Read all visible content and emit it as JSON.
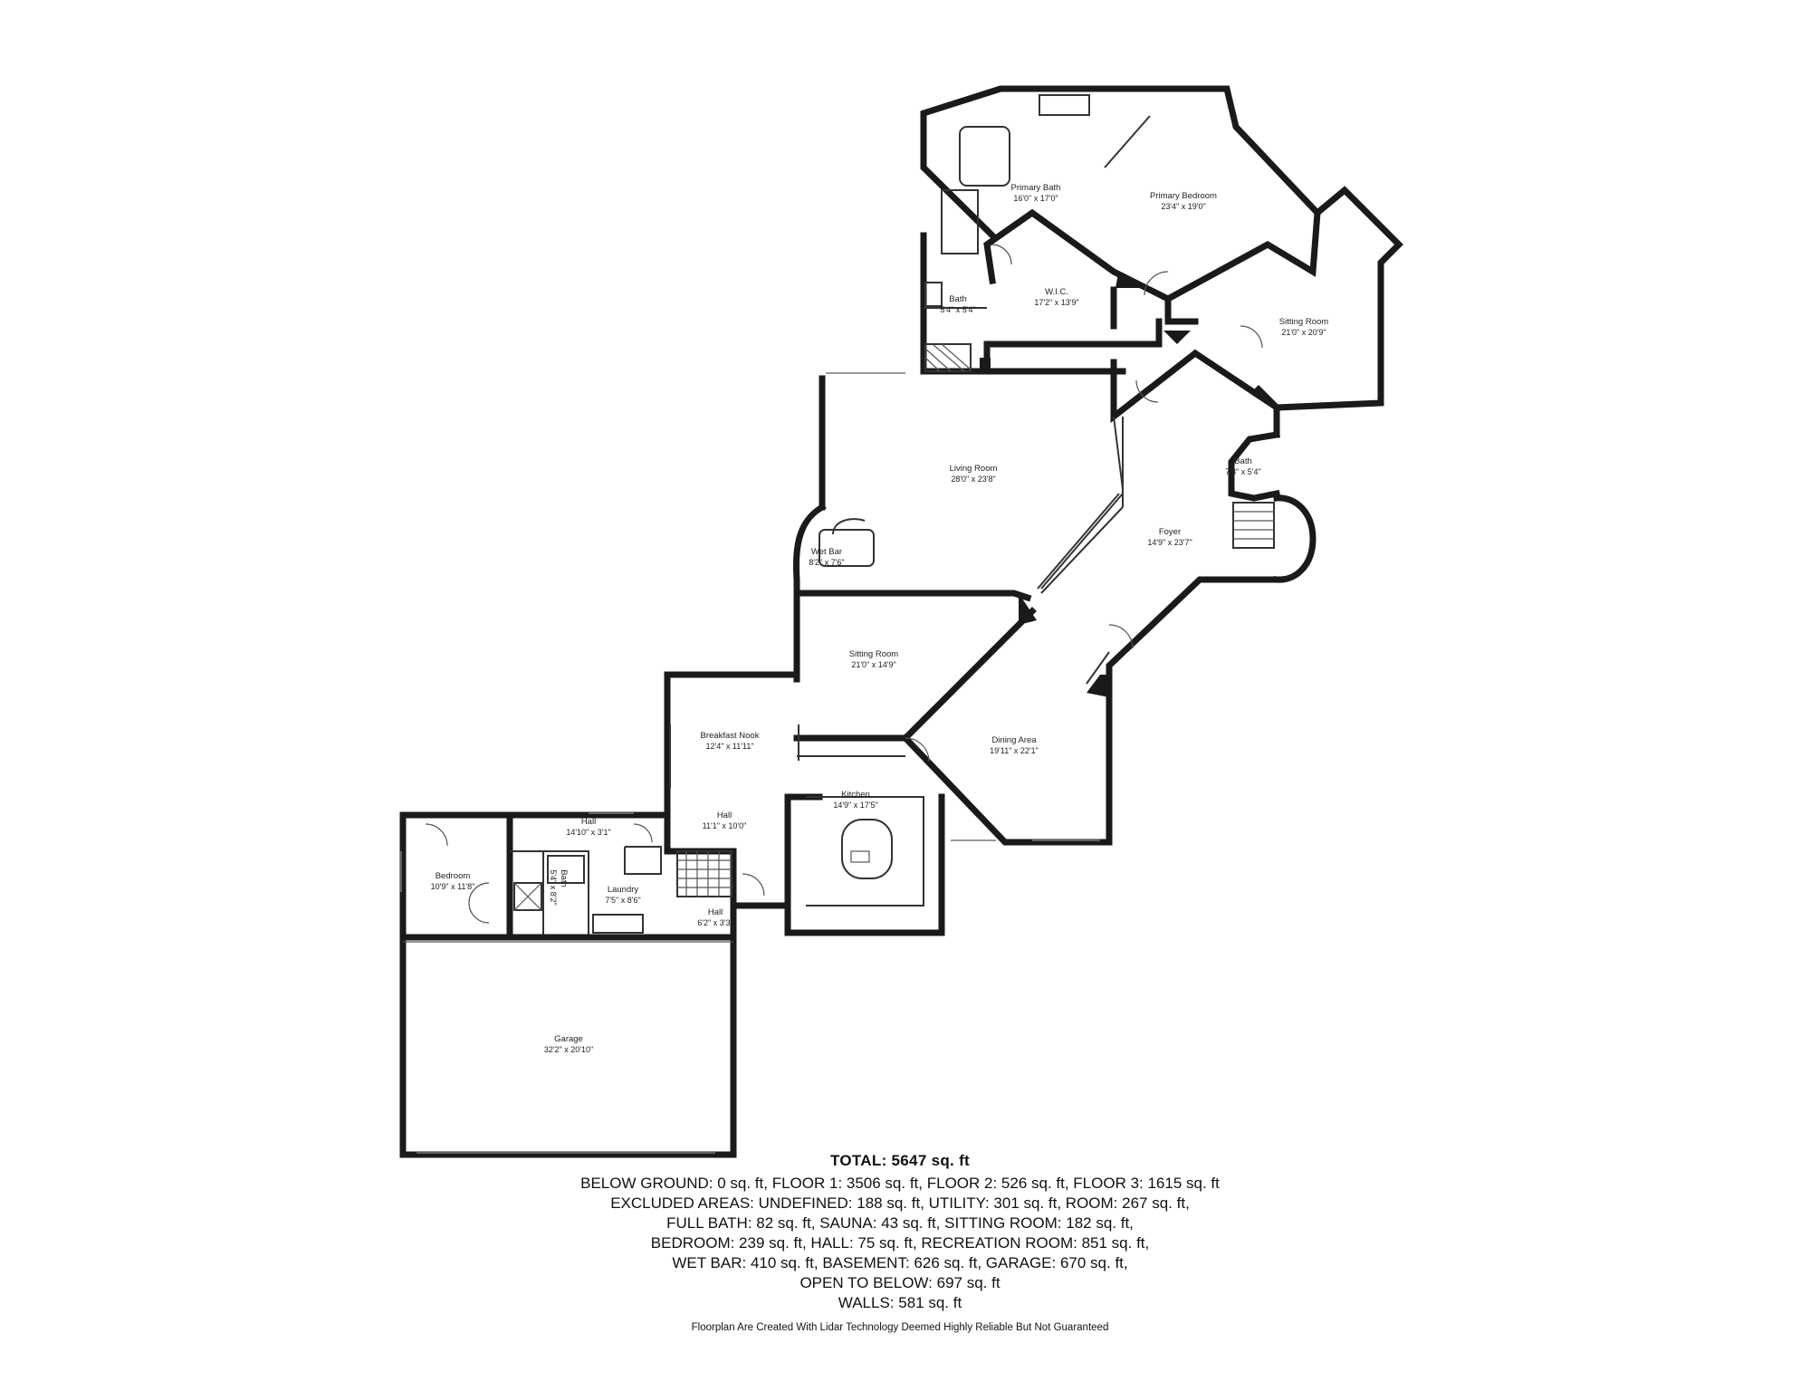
{
  "rooms": [
    {
      "id": "primary-bath",
      "name": "Primary Bath",
      "dim": "16'0\" x 17'0\""
    },
    {
      "id": "primary-bedroom",
      "name": "Primary Bedroom",
      "dim": "23'4\" x 19'0\""
    },
    {
      "id": "wic",
      "name": "W.I.C.",
      "dim": "17'2\" x 13'9\""
    },
    {
      "id": "bath-upper",
      "name": "Bath",
      "dim": "5'4\" x 5'4\""
    },
    {
      "id": "sitting-room-upper",
      "name": "Sitting Room",
      "dim": "21'0\" x 20'9\""
    },
    {
      "id": "living-room",
      "name": "Living Room",
      "dim": "28'0\" x 23'8\""
    },
    {
      "id": "bath-foyer",
      "name": "Bath",
      "dim": "7'3\" x 5'4\""
    },
    {
      "id": "foyer",
      "name": "Foyer",
      "dim": "14'9\" x 23'7\""
    },
    {
      "id": "wet-bar",
      "name": "Wet Bar",
      "dim": "8'2\" x 7'6\""
    },
    {
      "id": "sitting-room-mid",
      "name": "Sitting Room",
      "dim": "21'0\" x 14'9\""
    },
    {
      "id": "breakfast-nook",
      "name": "Breakfast Nook",
      "dim": "12'4\" x 11'11\""
    },
    {
      "id": "dining-area",
      "name": "Dining Area",
      "dim": "19'11\" x 22'1\""
    },
    {
      "id": "kitchen",
      "name": "Kitchen",
      "dim": "14'9\" x 17'5\""
    },
    {
      "id": "hall-a",
      "name": "Hall",
      "dim": "14'10\" x 3'1\""
    },
    {
      "id": "hall-b",
      "name": "Hall",
      "dim": "11'1\" x 10'0\""
    },
    {
      "id": "bedroom",
      "name": "Bedroom",
      "dim": "10'9\" x 11'8\""
    },
    {
      "id": "bath-lower",
      "name": "Bath",
      "dim": "5'4\" x 8'2\""
    },
    {
      "id": "laundry",
      "name": "Laundry",
      "dim": "7'5\" x 8'6\""
    },
    {
      "id": "hall-c",
      "name": "Hall",
      "dim": "6'2\" x 3'3\""
    },
    {
      "id": "garage",
      "name": "Garage",
      "dim": "32'2\" x 20'10\""
    }
  ],
  "summary": {
    "total": "TOTAL: 5647 sq. ft",
    "lines": [
      "BELOW GROUND: 0 sq. ft, FLOOR 1: 3506 sq. ft, FLOOR 2: 526 sq. ft, FLOOR 3: 1615 sq. ft",
      "EXCLUDED AREAS: UNDEFINED: 188 sq. ft, UTILITY: 301 sq. ft, ROOM: 267 sq. ft,",
      "FULL BATH: 82 sq. ft, SAUNA: 43 sq. ft, SITTING ROOM: 182 sq. ft,",
      "BEDROOM: 239 sq. ft, HALL: 75 sq. ft, RECREATION ROOM: 851 sq. ft,",
      "WET BAR: 410 sq. ft, BASEMENT: 626 sq. ft, GARAGE: 670 sq. ft,",
      "OPEN TO BELOW: 697 sq. ft",
      "WALLS: 581 sq. ft"
    ],
    "footnote": "Floorplan Are Created With Lidar Technology Deemed Highly Reliable But Not Guaranteed"
  }
}
